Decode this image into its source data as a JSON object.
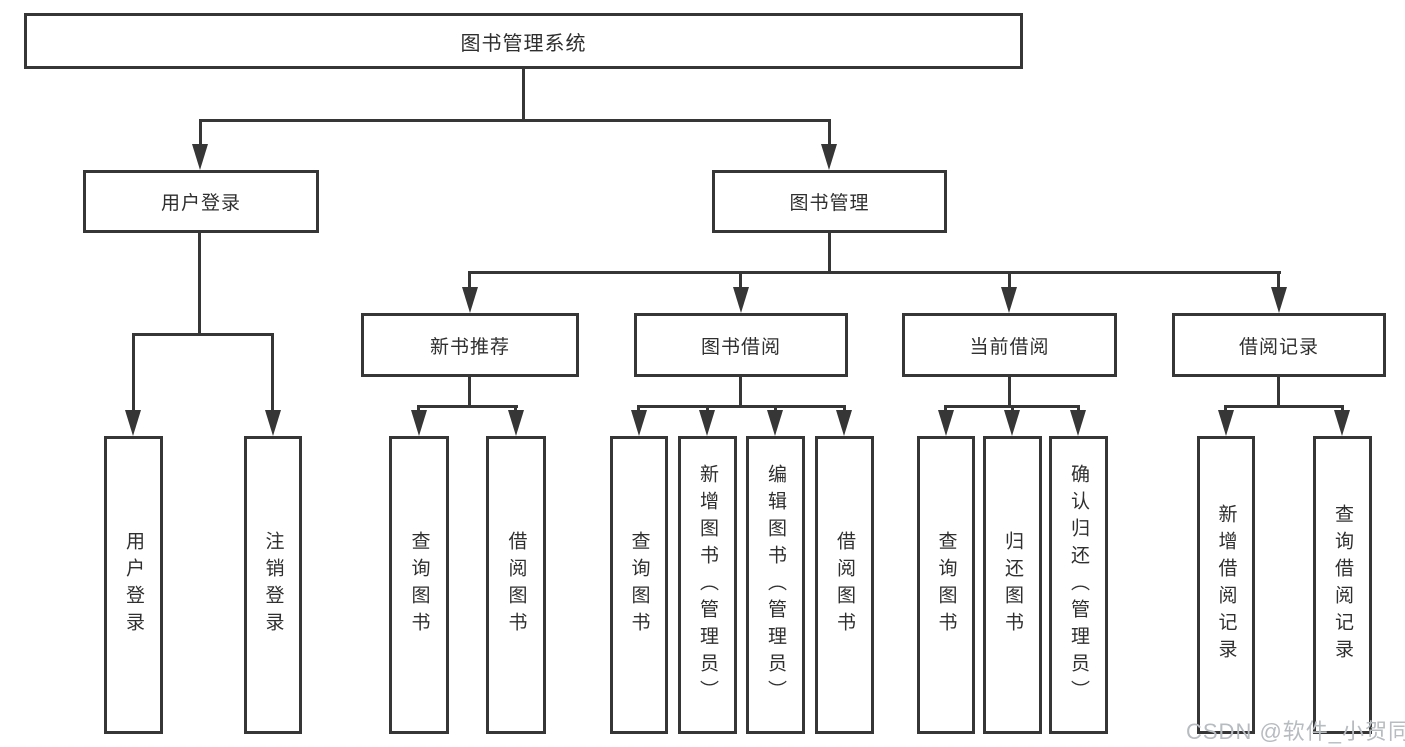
{
  "diagram": {
    "root": "图书管理系统",
    "branches": [
      {
        "label": "用户登录",
        "leaves": [
          "用户登录",
          "注销登录"
        ]
      },
      {
        "label": "图书管理",
        "sections": [
          {
            "label": "新书推荐",
            "leaves": [
              "查询图书",
              "借阅图书"
            ]
          },
          {
            "label": "图书借阅",
            "leaves": [
              "查询图书",
              "新增图书（管理员）",
              "编辑图书（管理员）",
              "借阅图书"
            ]
          },
          {
            "label": "当前借阅",
            "leaves": [
              "查询图书",
              "归还图书",
              "确认归还（管理员）"
            ]
          },
          {
            "label": "借阅记录",
            "leaves": [
              "新增借阅记录",
              "查询借阅记录"
            ]
          }
        ]
      }
    ]
  },
  "watermark": {
    "text": "CSDN @软件_小贺同学"
  },
  "colors": {
    "line": "#363636",
    "text": "#2f2f2f",
    "watermark": "#b7bcc1",
    "background": "#ffffff"
  }
}
